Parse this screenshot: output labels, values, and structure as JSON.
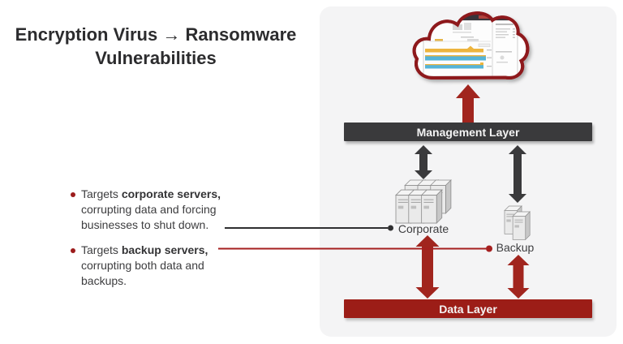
{
  "title": {
    "line1": "Encryption Virus → Ransomware",
    "line2": "Vulnerabilities"
  },
  "bullets": [
    {
      "lead": "Targets ",
      "bold": "corporate servers,",
      "line2": "corrupting data and forcing",
      "line3": "businesses to shut down."
    },
    {
      "lead": "Targets ",
      "bold": "backup servers,",
      "line2": "corrupting both data and",
      "line3": "backups."
    }
  ],
  "diagram": {
    "management_layer_label": "Management Layer",
    "data_layer_label": "Data Layer",
    "corporate_label": "Corporate",
    "backup_label": "Backup"
  },
  "icons": {
    "cloud": "cloud-management-console-icon",
    "corporate": "corporate-server-stack-icon",
    "backup": "backup-server-pair-icon"
  },
  "colors": {
    "brand_red": "#9C1C1C",
    "arrow_red": "#A1251E",
    "cloud_border_red": "#8E191C",
    "dark_bar": "#3A3A3C",
    "panel_bg": "#F4F4F5",
    "chart_yellow": "#EDB43D",
    "chart_blue": "#55B4D8"
  }
}
